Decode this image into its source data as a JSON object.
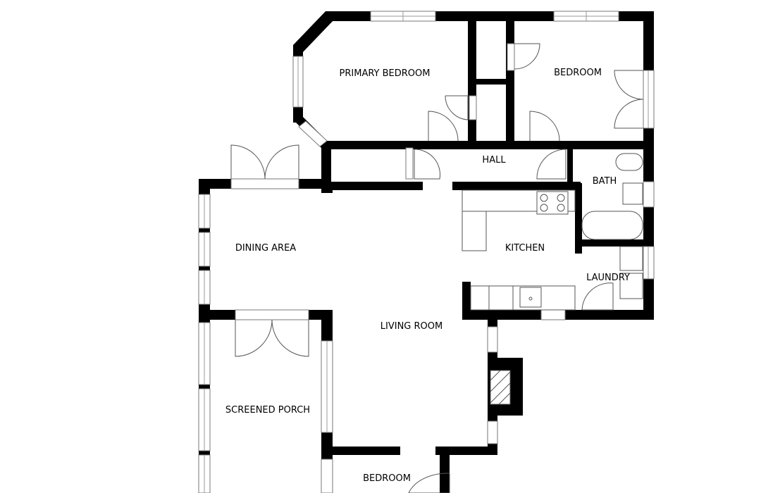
{
  "rooms": {
    "primary_bedroom": "PRIMARY BEDROOM",
    "bedroom_top": "BEDROOM",
    "hall": "HALL",
    "bath": "BATH",
    "dining_area": "DINING AREA",
    "kitchen": "KITCHEN",
    "laundry": "LAUNDRY",
    "living_room": "LIVING ROOM",
    "screened_porch": "SCREENED PORCH",
    "bedroom_bottom": "BEDROOM"
  }
}
